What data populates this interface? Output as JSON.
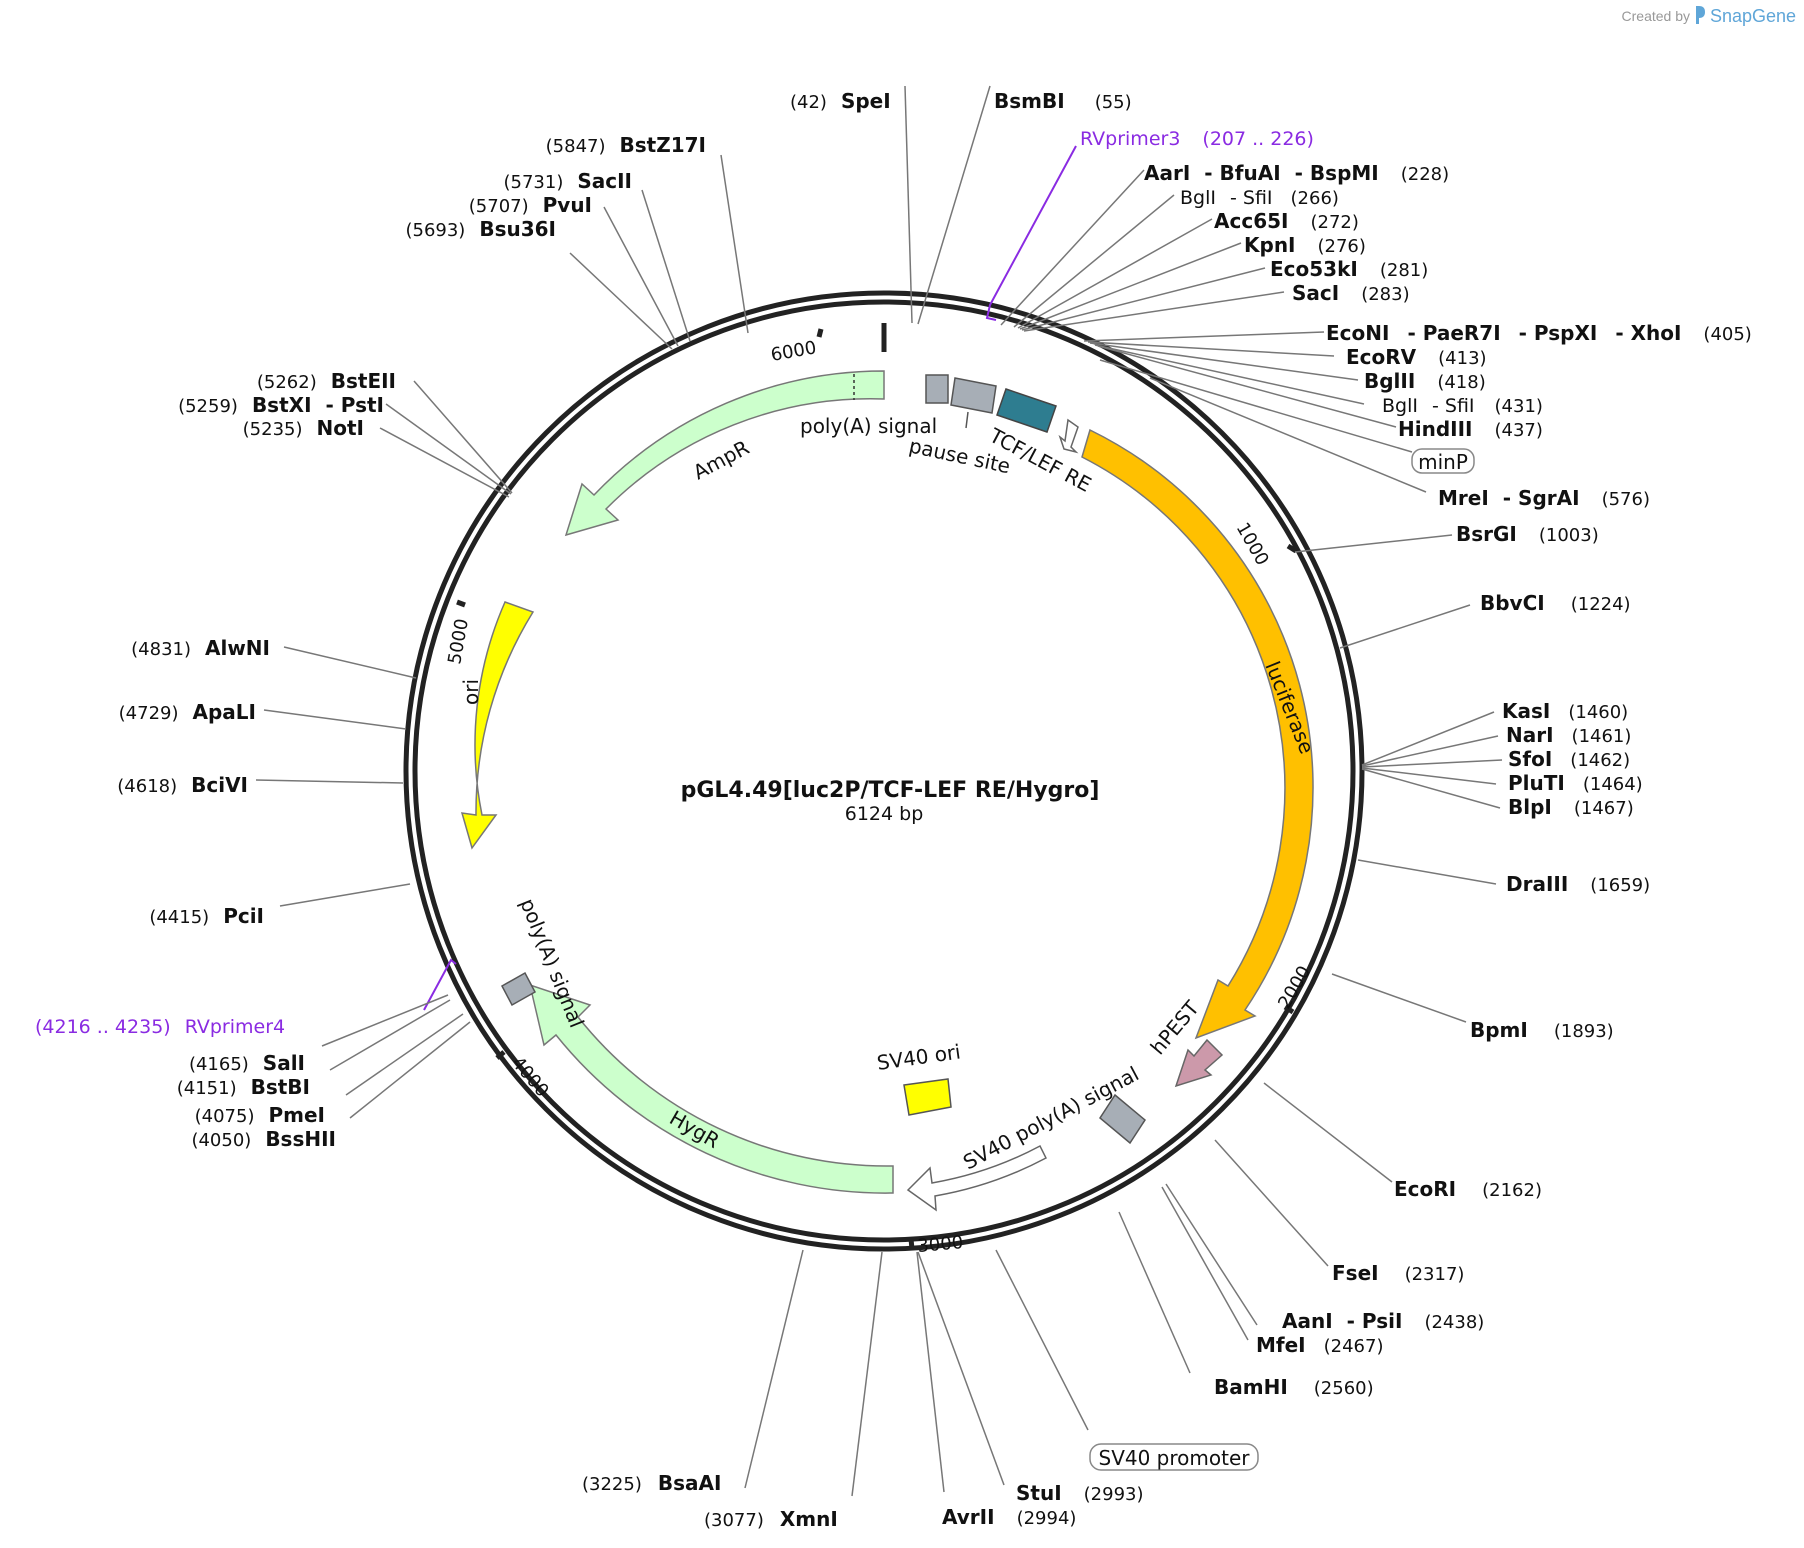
{
  "credit": {
    "prefix": "Created by",
    "brand": "SnapGene"
  },
  "plasmid": {
    "name": "pGL4.49[luc2P/TCF-LEF RE/Hygro]",
    "length_label": "6124 bp"
  },
  "ticks": [
    "1000",
    "2000",
    "3000",
    "4000",
    "5000",
    "6000"
  ],
  "features": {
    "ampr": "AmpR",
    "polya_top": "poly(A) signal",
    "pause": "pause site",
    "tcf": "TCF/LEF RE",
    "luciferase": "luciferase",
    "ori": "ori",
    "hpest": "hPEST",
    "sv40_polya": "SV40 poly(A) signal",
    "sv40_ori": "SV40 ori",
    "hygr": "HygR",
    "polya_left": "poly(A) signal",
    "minp": "minP",
    "sv40_promoter": "SV40 promoter"
  },
  "primers": {
    "rv3": {
      "name": "RVprimer3",
      "pos": "(207 .. 226)"
    },
    "rv4": {
      "name": "RVprimer4",
      "pos": "(4216 .. 4235)"
    }
  },
  "sites": [
    {
      "id": "spei",
      "name": "SpeI",
      "pos": "(42)"
    },
    {
      "id": "bsmbi",
      "name": "BsmBI",
      "pos": "(55)"
    },
    {
      "id": "aari",
      "names": [
        "AarI",
        "BfuAI",
        "BspMI"
      ],
      "pos": "(228)"
    },
    {
      "id": "bgli1",
      "names": [
        "BglI",
        "SfiI"
      ],
      "pos": "(266)",
      "light": true
    },
    {
      "id": "acc65i",
      "name": "Acc65I",
      "pos": "(272)"
    },
    {
      "id": "kpni",
      "name": "KpnI",
      "pos": "(276)"
    },
    {
      "id": "eco53ki",
      "name": "Eco53kI",
      "pos": "(281)"
    },
    {
      "id": "saci",
      "name": "SacI",
      "pos": "(283)"
    },
    {
      "id": "econi",
      "names": [
        "EcoNI",
        "PaeR7I",
        "PspXI",
        "XhoI"
      ],
      "pos": "(405)"
    },
    {
      "id": "ecorv",
      "name": "EcoRV",
      "pos": "(413)"
    },
    {
      "id": "bglii",
      "name": "BglII",
      "pos": "(418)"
    },
    {
      "id": "bgli2",
      "names": [
        "BglI",
        "SfiI"
      ],
      "pos": "(431)",
      "light": true
    },
    {
      "id": "hindiii",
      "name": "HindIII",
      "pos": "(437)"
    },
    {
      "id": "mrei",
      "names": [
        "MreI",
        "SgrAI"
      ],
      "pos": "(576)"
    },
    {
      "id": "bsrgi",
      "name": "BsrGI",
      "pos": "(1003)"
    },
    {
      "id": "bbvci",
      "name": "BbvCI",
      "pos": "(1224)"
    },
    {
      "id": "kasi",
      "name": "KasI",
      "pos": "(1460)"
    },
    {
      "id": "nari",
      "name": "NarI",
      "pos": "(1461)"
    },
    {
      "id": "sfoi",
      "name": "SfoI",
      "pos": "(1462)"
    },
    {
      "id": "pluti",
      "name": "PluTI",
      "pos": "(1464)"
    },
    {
      "id": "blpi",
      "name": "BlpI",
      "pos": "(1467)"
    },
    {
      "id": "draiii",
      "name": "DraIII",
      "pos": "(1659)"
    },
    {
      "id": "bpmi",
      "name": "BpmI",
      "pos": "(1893)"
    },
    {
      "id": "ecori",
      "name": "EcoRI",
      "pos": "(2162)"
    },
    {
      "id": "fsei",
      "name": "FseI",
      "pos": "(2317)"
    },
    {
      "id": "aani",
      "names": [
        "AanI",
        "PsiI"
      ],
      "pos": "(2438)"
    },
    {
      "id": "mfei",
      "name": "MfeI",
      "pos": "(2467)"
    },
    {
      "id": "bamhi",
      "name": "BamHI",
      "pos": "(2560)"
    },
    {
      "id": "stui",
      "name": "StuI",
      "pos": "(2993)"
    },
    {
      "id": "avrii",
      "name": "AvrII",
      "pos": "(2994)"
    },
    {
      "id": "xmni",
      "name": "XmnI",
      "pos": "(3077)"
    },
    {
      "id": "bsaai",
      "name": "BsaAI",
      "pos": "(3225)"
    },
    {
      "id": "bsshii",
      "name": "BssHII",
      "pos": "(4050)"
    },
    {
      "id": "pmei",
      "name": "PmeI",
      "pos": "(4075)"
    },
    {
      "id": "bstbi",
      "name": "BstBI",
      "pos": "(4151)"
    },
    {
      "id": "sali",
      "name": "SalI",
      "pos": "(4165)"
    },
    {
      "id": "pcii",
      "name": "PciI",
      "pos": "(4415)"
    },
    {
      "id": "bcivi",
      "name": "BciVI",
      "pos": "(4618)"
    },
    {
      "id": "apali",
      "name": "ApaLI",
      "pos": "(4729)"
    },
    {
      "id": "alwni",
      "name": "AlwNI",
      "pos": "(4831)"
    },
    {
      "id": "noti",
      "name": "NotI",
      "pos": "(5235)"
    },
    {
      "id": "bstxi",
      "names": [
        "BstXI",
        "PstI"
      ],
      "pos": "(5259)"
    },
    {
      "id": "bsteii",
      "name": "BstEII",
      "pos": "(5262)"
    },
    {
      "id": "bsu36i",
      "name": "Bsu36I",
      "pos": "(5693)"
    },
    {
      "id": "pvui",
      "name": "PvuI",
      "pos": "(5707)"
    },
    {
      "id": "sacii",
      "name": "SacII",
      "pos": "(5731)"
    },
    {
      "id": "bstz17i",
      "name": "BstZ17I",
      "pos": "(5847)"
    }
  ]
}
